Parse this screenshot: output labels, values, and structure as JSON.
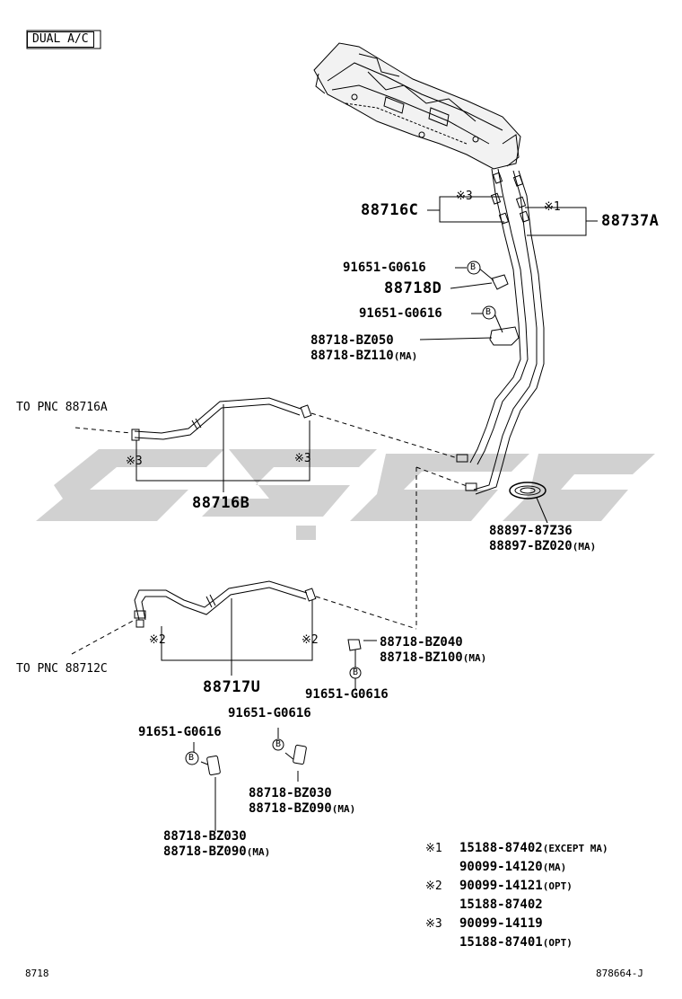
{
  "header": {
    "variant_tag": "DUAL A/C"
  },
  "footer": {
    "page_id": "8718",
    "illustration_id": "878664-J"
  },
  "refs": {
    "to_pnc_a": "TO PNC 88716A",
    "to_pnc_c": "TO PNC 88712C"
  },
  "assemblies": {
    "p88716C": "88716C",
    "p88737A": "88737A",
    "p88716B": "88716B",
    "p88717U": "88717U"
  },
  "marks": {
    "m1": "※1",
    "m2": "※2",
    "m3": "※3",
    "b": "B"
  },
  "parts": {
    "clamp_bolt": "91651-G0616",
    "p88718D": "88718D",
    "bz050": "88718-BZ050",
    "bz110": "88718-BZ110",
    "bz110_note": "(MA)",
    "g87z36": "88897-87Z36",
    "bz020": "88897-BZ020",
    "bz020_note": "(MA)",
    "bz040": "88718-BZ040",
    "bz100": "88718-BZ100",
    "bz100_note": "(MA)",
    "bz030": "88718-BZ030",
    "bz090": "88718-BZ090",
    "bz090_note": "(MA)"
  },
  "legend": [
    {
      "mark": "※1",
      "part": "15188-87402",
      "note": "(EXCEPT MA)"
    },
    {
      "mark": "",
      "part": "90099-14120",
      "note": "(MA)"
    },
    {
      "mark": "※2",
      "part": "90099-14121",
      "note": "(OPT)"
    },
    {
      "mark": "",
      "part": "15188-87402",
      "note": ""
    },
    {
      "mark": "※3",
      "part": "90099-14119",
      "note": ""
    },
    {
      "mark": "",
      "part": "15188-87401",
      "note": "(OPT)"
    }
  ],
  "colors": {
    "line": "#000000",
    "watermark": "#c8c8c8",
    "part_fill": "#ffffff"
  }
}
